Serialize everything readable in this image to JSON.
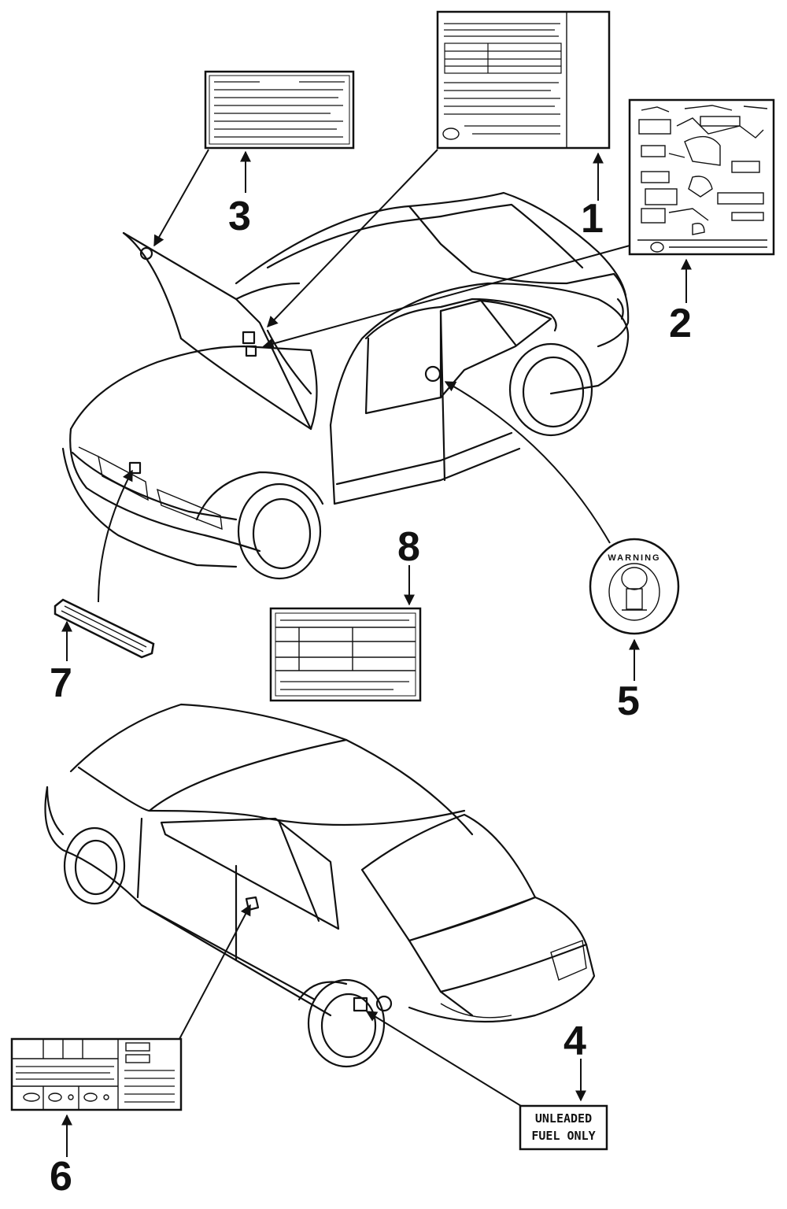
{
  "callouts": {
    "c1": "1",
    "c2": "2",
    "c3": "3",
    "c4": "4",
    "c5": "5",
    "c6": "6",
    "c7": "7",
    "c8": "8"
  },
  "fuel_label": {
    "line1": "UNLEADED",
    "line2": "FUEL ONLY"
  },
  "warning_disc_text": "WARNING"
}
